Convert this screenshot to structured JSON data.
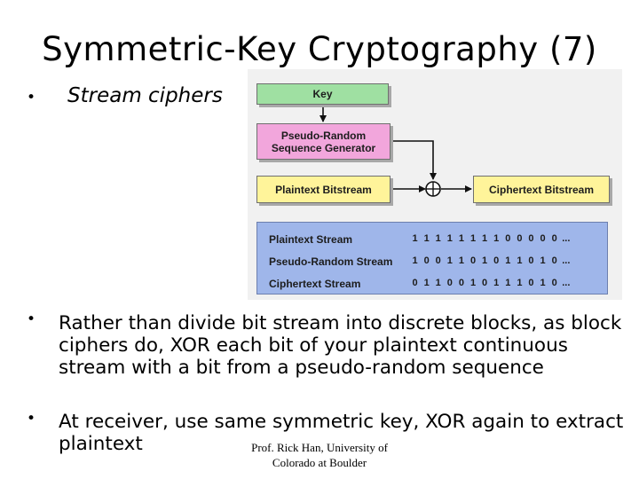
{
  "slide": {
    "title": "Symmetric-Key Cryptography (7)",
    "bullet_char": "•",
    "sub_label": "Stream ciphers",
    "bullets": [
      "Rather than divide bit stream into discrete blocks, as block ciphers do, XOR each bit of your plaintext continuous stream with a bit from a pseudo-random sequence",
      "At receiver, use same symmetric key, XOR again to extract plaintext"
    ],
    "footer": "Prof. Rick Han, University of Colorado at Boulder"
  },
  "diagram": {
    "key_label": "Key",
    "prng_label": "Pseudo-Random Sequence Generator",
    "plaintext_label": "Plaintext Bitstream",
    "ciphertext_label": "Ciphertext Bitstream",
    "colors": {
      "key": "#9fe0a2",
      "prng": "#f2a6dc",
      "bitstream": "#fff49a",
      "table": "#9fb6ea"
    },
    "table": [
      {
        "name": "Plaintext Stream",
        "bits": [
          "1",
          "1",
          "1",
          "1",
          "1",
          "1",
          "1",
          "1",
          "0",
          "0",
          "0",
          "0",
          "0"
        ],
        "more": "..."
      },
      {
        "name": "Pseudo-Random Stream",
        "bits": [
          "1",
          "0",
          "0",
          "1",
          "1",
          "0",
          "1",
          "0",
          "1",
          "1",
          "0",
          "1",
          "0"
        ],
        "more": "..."
      },
      {
        "name": "Ciphertext Stream",
        "bits": [
          "0",
          "1",
          "1",
          "0",
          "0",
          "1",
          "0",
          "1",
          "1",
          "1",
          "0",
          "1",
          "0"
        ],
        "more": "..."
      }
    ]
  }
}
